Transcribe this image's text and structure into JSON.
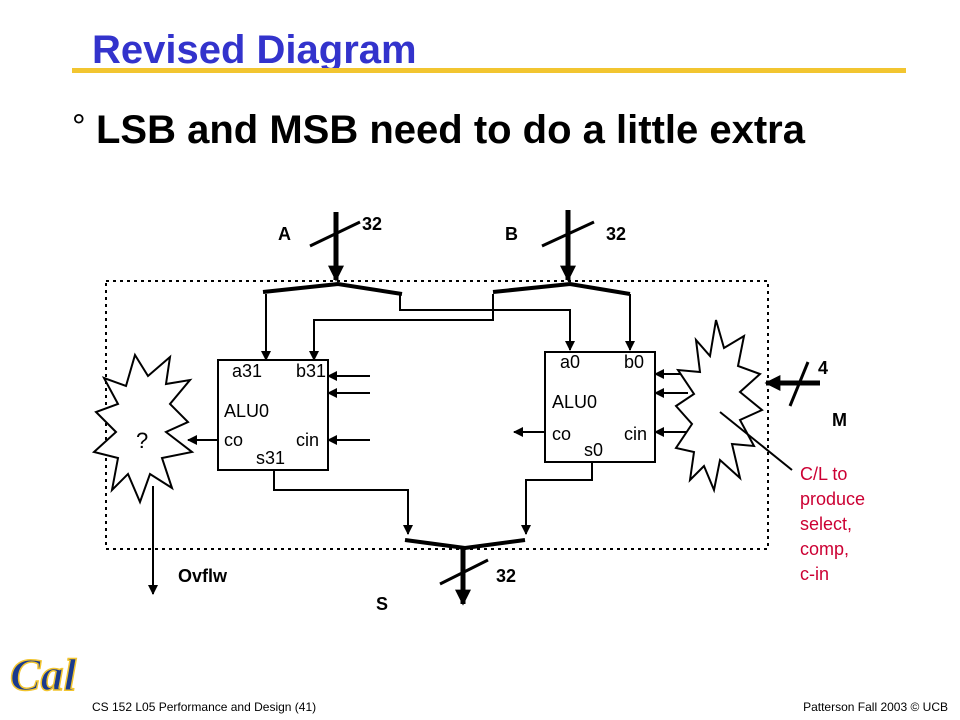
{
  "slide": {
    "title": "Revised Diagram",
    "bullet_mark": "°",
    "bullet": "LSB and MSB need to do a little extra"
  },
  "diagram": {
    "input_a": "A",
    "input_a_width": "32",
    "input_b": "B",
    "input_b_width": "32",
    "alu_msb": {
      "a": "a31",
      "b": "b31",
      "name": "ALU0",
      "co": "co",
      "cin": "cin",
      "s": "s31"
    },
    "alu_lsb": {
      "a": "a0",
      "b": "b0",
      "name": "ALU0",
      "co": "co",
      "cin": "cin",
      "s": "s0"
    },
    "overflow_logic": "?",
    "overflow_out": "Ovflw",
    "sum_out": "S",
    "sum_width": "32",
    "mode_in": "M",
    "mode_width": "4",
    "control_note": [
      "C/L to",
      "produce",
      "select,",
      "comp,",
      "c-in"
    ]
  },
  "colors": {
    "title": "#3333cc",
    "rule": "#f2c530",
    "note": "#cc0033"
  },
  "footer": {
    "left": "CS 152 L05 Performance and Design (41)",
    "right": "Patterson Fall 2003 © UCB"
  },
  "logo": {
    "text": "Cal",
    "color": "#1a3a8c"
  }
}
